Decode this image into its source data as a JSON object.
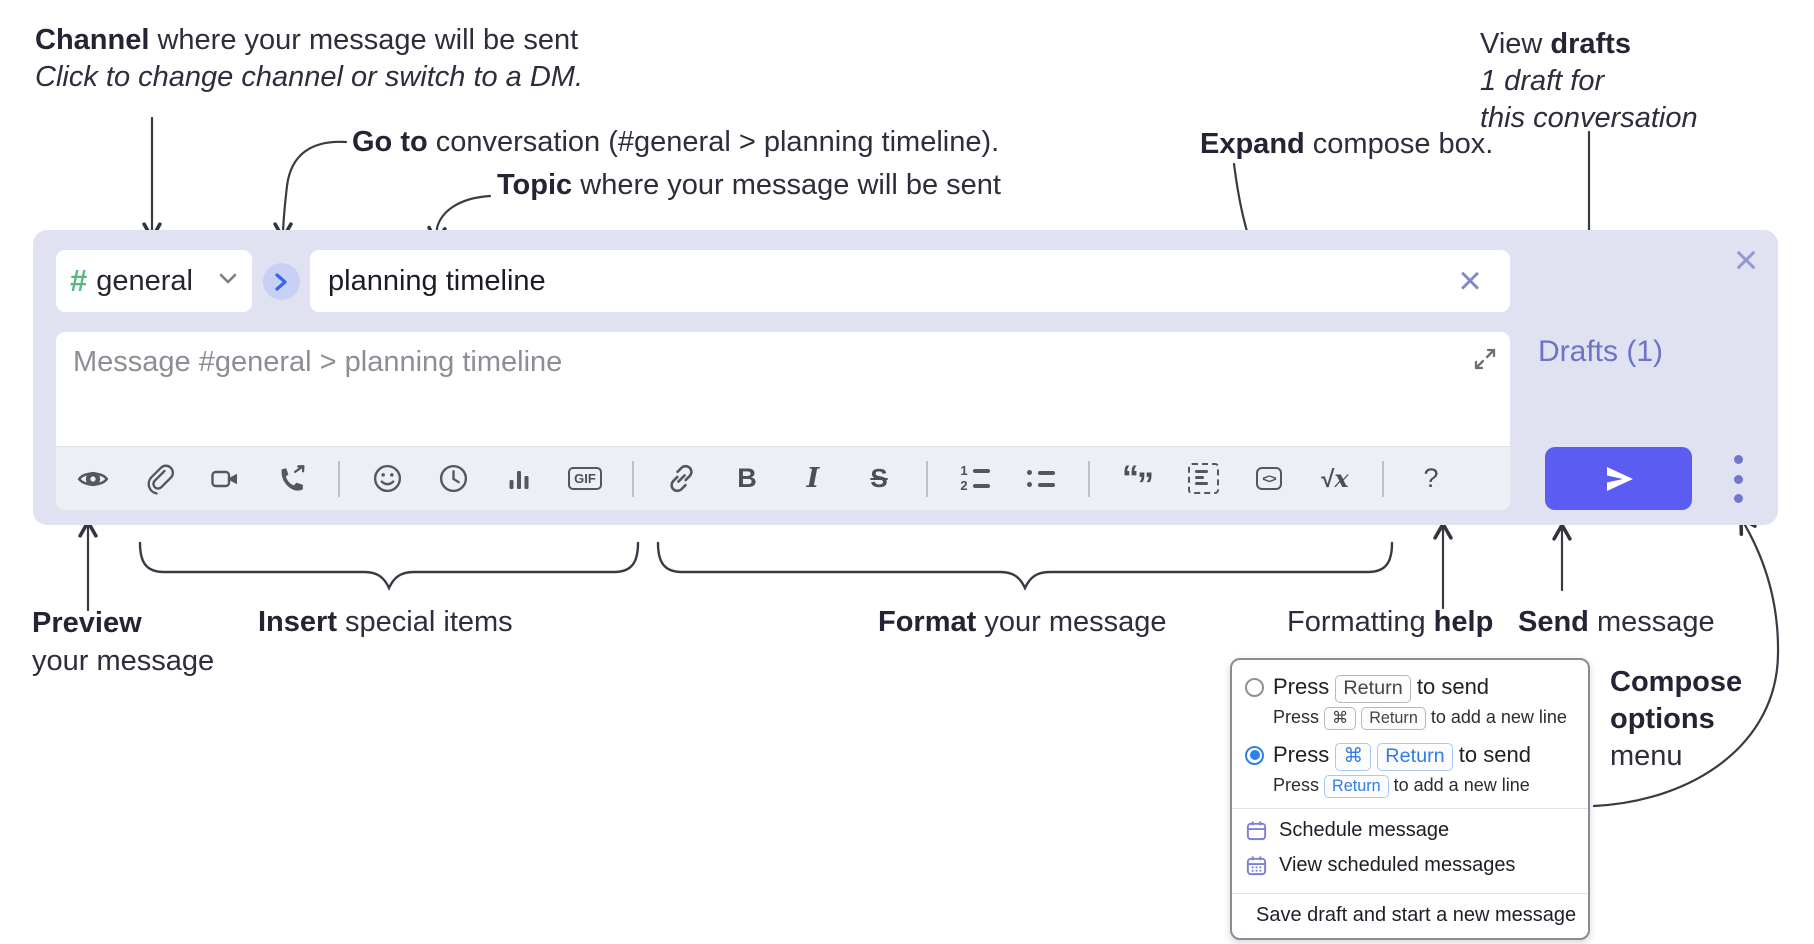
{
  "annotations": {
    "channel_line_bold": "Channel",
    "channel_line_rest": " where your message will be sent",
    "channel_sub": "Click to change channel or switch to a DM.",
    "goto_bold": "Go to",
    "goto_rest": " conversation (#general > planning timeline).",
    "topic_bold": "Topic",
    "topic_rest": " where your message will be sent",
    "expand_bold": "Expand",
    "expand_rest": " compose box.",
    "drafts_line1_pre": "View ",
    "drafts_line1_bold": "drafts",
    "drafts_line2": "1 draft for",
    "drafts_line3": "this conversation",
    "preview_bold": "Preview",
    "preview_rest": "your message",
    "insert_bold": "Insert",
    "insert_rest": " special items",
    "format_bold": "Format",
    "format_rest": " your message",
    "help_pre": "Formatting ",
    "help_bold": "help",
    "send_bold": "Send",
    "send_rest": " message",
    "compose_bold1": "Compose",
    "compose_bold2": "options",
    "compose_rest": "menu"
  },
  "composer": {
    "channel_hash": "#",
    "channel_name": "general",
    "topic_value": "planning timeline",
    "message_placeholder": "Message #general > planning timeline",
    "drafts_label": "Drafts (1)",
    "close_glyph": "×",
    "clear_glyph": "×"
  },
  "toolbar": {
    "bold_label": "B",
    "italic_label": "I",
    "strike_label": "S",
    "gif_label": "GIF",
    "code_label": "<>",
    "sqrt_root": "√",
    "sqrt_x": "x",
    "help_label": "?",
    "ol_1": "1",
    "ol_2": "2",
    "quote_open": "“",
    "quote_close": "”"
  },
  "popup": {
    "option1": {
      "pre": "Press",
      "key": "Return",
      "post": "to send",
      "sub_pre": "Press",
      "sub_key1": "⌘",
      "sub_key2": "Return",
      "sub_post": "to add a new line"
    },
    "option2": {
      "pre": "Press",
      "key1": "⌘",
      "key2": "Return",
      "post": "to send",
      "sub_pre": "Press",
      "sub_key": "Return",
      "sub_post": "to add a new line"
    },
    "schedule": "Schedule message",
    "view_scheduled": "View scheduled messages",
    "save_draft": "Save draft and start a new message"
  },
  "colors": {
    "panel_lavender": "#e0e2f2",
    "accent_send": "#5a5cf2",
    "drafts_link": "#6d73c6",
    "channel_hash_green": "#56b87f",
    "key_blue": "#2e7de9",
    "menu_icon_purple": "#7b80d4"
  }
}
